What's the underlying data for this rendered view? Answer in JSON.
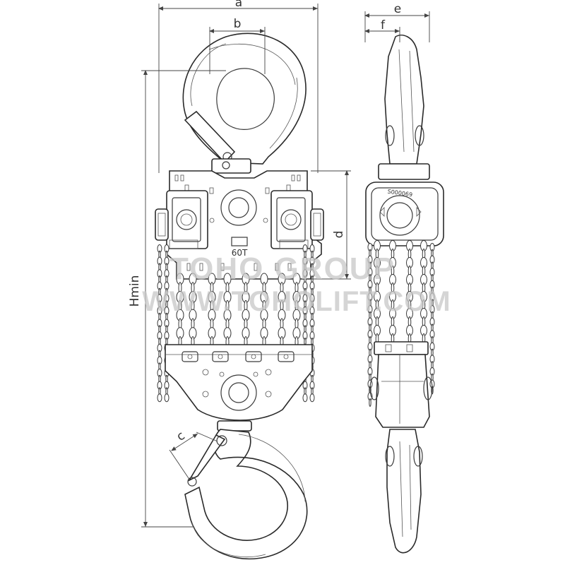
{
  "dimensions": {
    "a": "a",
    "b": "b",
    "c": "c",
    "d": "d",
    "e": "e",
    "f": "f",
    "hmin": "Hmin"
  },
  "markings": {
    "capacity": "60T",
    "serial": "S000069"
  },
  "watermark": {
    "line1": "TOHO GROUP",
    "line2": "WWW.TOHOLIFT.COM"
  }
}
